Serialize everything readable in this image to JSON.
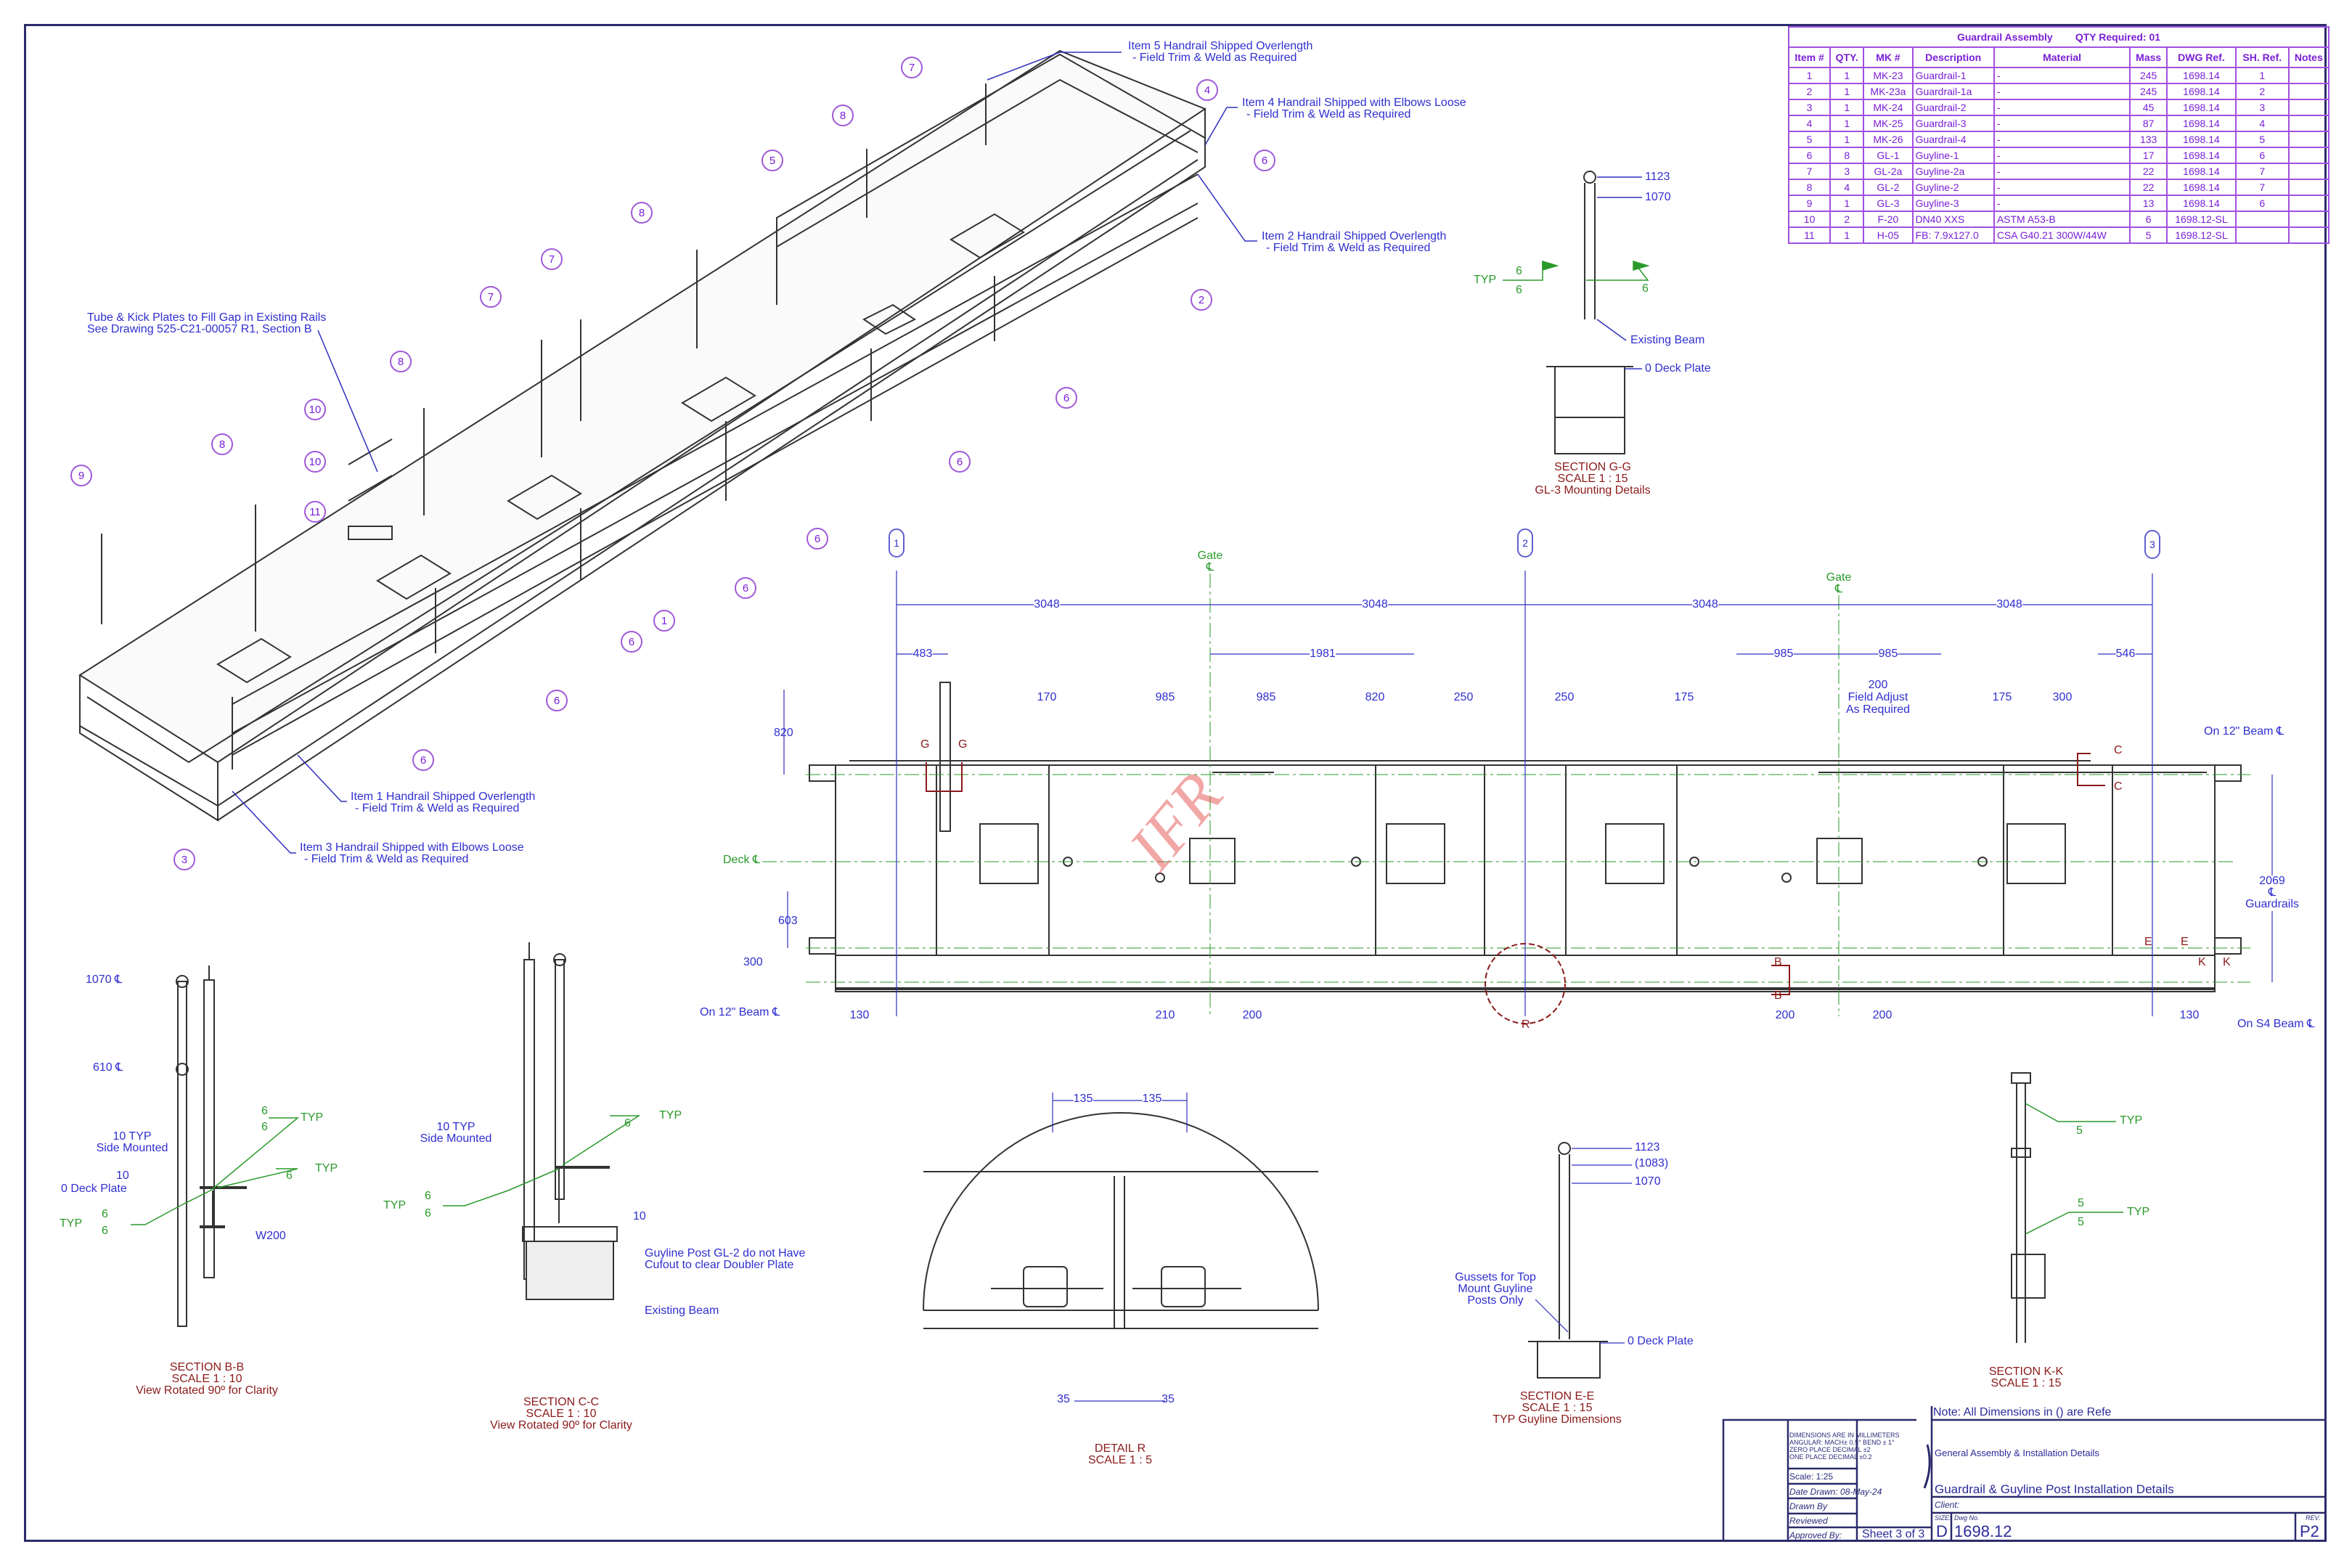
{
  "colors": {
    "border": "#2b2b6b",
    "dimension": "#2f2fd0",
    "weld": "#2a9a2a",
    "section": "#8b1a1a",
    "bom": "#7a1fd6"
  },
  "bom": {
    "title": "Guardrail Assembly",
    "qty_required": "QTY Required: 01",
    "headers": [
      "Item #",
      "QTY.",
      "MK #",
      "Description",
      "Material",
      "Mass",
      "DWG Ref.",
      "SH. Ref.",
      "Notes"
    ],
    "rows": [
      [
        "1",
        "1",
        "MK-23",
        "Guardrail-1",
        "-",
        "245",
        "1698.14",
        "1",
        ""
      ],
      [
        "2",
        "1",
        "MK-23a",
        "Guardrail-1a",
        "-",
        "245",
        "1698.14",
        "2",
        ""
      ],
      [
        "3",
        "1",
        "MK-24",
        "Guardrail-2",
        "-",
        "45",
        "1698.14",
        "3",
        ""
      ],
      [
        "4",
        "1",
        "MK-25",
        "Guardrail-3",
        "-",
        "87",
        "1698.14",
        "4",
        ""
      ],
      [
        "5",
        "1",
        "MK-26",
        "Guardrail-4",
        "-",
        "133",
        "1698.14",
        "5",
        ""
      ],
      [
        "6",
        "8",
        "GL-1",
        "Guyline-1",
        "-",
        "17",
        "1698.14",
        "6",
        ""
      ],
      [
        "7",
        "3",
        "GL-2a",
        "Guyline-2a",
        "-",
        "22",
        "1698.14",
        "7",
        ""
      ],
      [
        "8",
        "4",
        "GL-2",
        "Guyline-2",
        "-",
        "22",
        "1698.14",
        "7",
        ""
      ],
      [
        "9",
        "1",
        "GL-3",
        "Guyline-3",
        "-",
        "13",
        "1698.14",
        "6",
        ""
      ],
      [
        "10",
        "2",
        "F-20",
        "DN40 XXS",
        "ASTM A53-B",
        "6",
        "1698.12-SL",
        "",
        ""
      ],
      [
        "11",
        "1",
        "H-05",
        "FB: 7.9x127.0",
        "CSA G40.21 300W/44W",
        "5",
        "1698.12-SL",
        "",
        ""
      ]
    ]
  },
  "iso": {
    "notes": {
      "item5_a": "Item 5 Handrail Shipped Overlength",
      "item5_b": "- Field Trim & Weld as Required",
      "item4_a": "Item 4 Handrail Shipped with Elbows Loose",
      "item4_b": "- Field Trim & Weld as Required",
      "item2_a": "Item 2 Handrail Shipped Overlength",
      "item2_b": "- Field Trim & Weld as Required",
      "tube_a": "Tube & Kick Plates to Fill Gap in Existing Rails",
      "tube_b": "See Drawing 525-C21-00057 R1, Section B",
      "item1_a": "Item 1 Handrail Shipped Overlength",
      "item1_b": "- Field Trim & Weld as Required",
      "item3_a": "Item 3 Handrail Shipped with Elbows Loose",
      "item3_b": "- Field Trim & Weld as Required"
    },
    "balloons": [
      "7",
      "8",
      "5",
      "4",
      "6",
      "8",
      "7",
      "7",
      "8",
      "10",
      "10",
      "11",
      "8",
      "9",
      "2",
      "6",
      "6",
      "6",
      "6",
      "1",
      "6",
      "6",
      "6",
      "3"
    ]
  },
  "section_gg": {
    "dim_1123": "1123",
    "dim_1070": "1070",
    "typ": "TYP",
    "weld_a": "6",
    "weld_b": "6",
    "weld_c": "6",
    "existing_beam": "Existing Beam",
    "deck_plate": "0 Deck Plate",
    "title": "SECTION G-G",
    "scale": "SCALE 1 : 15",
    "subtitle": "GL-3 Mounting Details"
  },
  "elevation": {
    "grid": [
      "1",
      "2",
      "3"
    ],
    "gate": "Gate",
    "cl": "℄",
    "spans": [
      "3048",
      "3048",
      "3048",
      "3048"
    ],
    "row2": [
      "483",
      "1981",
      "985",
      "985",
      "546"
    ],
    "row3": [
      "170",
      "985",
      "985",
      "820",
      "250",
      "250",
      "175",
      "175",
      "300"
    ],
    "field_adjust_a": "200",
    "field_adjust_b": "Field Adjust",
    "field_adjust_c": "As Required",
    "dim_820": "820",
    "dim_603": "603",
    "dim_300": "300",
    "deck_cl": "Deck ℄",
    "beam12_left": "On 12\" Beam ℄",
    "beam12_right": "On 12\" Beam ℄",
    "dim_2069": "2069",
    "guardrails": "Guardrails",
    "bottom": [
      "130",
      "210",
      "200",
      "200",
      "200",
      "130"
    ],
    "s4_beam": "On S4 Beam ℄",
    "cut_g": "G",
    "cut_c": "C",
    "cut_b": "B",
    "cut_e": "E",
    "cut_k": "K",
    "detail_r": "R",
    "watermark": "IFR"
  },
  "section_bb": {
    "cl1070": "1070 ℄",
    "cl610": "610 ℄",
    "ten_typ": "10 TYP",
    "side_mounted": "Side Mounted",
    "ten": "10",
    "deck_plate": "0 Deck Plate",
    "typ": "TYP",
    "w200": "W200",
    "weld": "6",
    "title": "SECTION B-B",
    "scale": "SCALE 1 : 10",
    "note": "View Rotated 90º for Clarity"
  },
  "section_cc": {
    "ten_typ": "10 TYP",
    "side_mounted": "Side Mounted",
    "ten": "10",
    "typ": "TYP",
    "weld": "6",
    "guyline_a": "Guyline Post GL-2 do not Have",
    "guyline_b": "Cufout to clear Doubler Plate",
    "existing_beam": "Existing Beam",
    "title": "SECTION C-C",
    "scale": "SCALE 1 : 10",
    "note": "View Rotated 90º for Clarity"
  },
  "detail_r": {
    "dim_a": "135",
    "dim_b": "135",
    "dim_c": "35",
    "dim_d": "35",
    "title": "DETAIL R",
    "scale": "SCALE 1 : 5"
  },
  "section_ee": {
    "dim_1123": "1123",
    "dim_1083": "(1083)",
    "dim_1070": "1070",
    "gusset_a": "Gussets for Top",
    "gusset_b": "Mount Guyline",
    "gusset_c": "Posts Only",
    "deck_plate": "0 Deck Plate",
    "title": "SECTION E-E",
    "scale": "SCALE 1 : 15",
    "subtitle": "TYP Guyline Dimensions"
  },
  "section_kk": {
    "typ": "TYP",
    "weld": "5",
    "title": "SECTION K-K",
    "scale": "SCALE 1 : 15"
  },
  "title_block": {
    "note": "Note: All Dimensions in () are Refe",
    "tol": [
      "DIMENSIONS ARE IN MILLIMETERS",
      "ANGULAR: MACH± 0.5° BEND ± 1°",
      "ZERO PLACE DECIMAL   ±2",
      "ONE PLACE DECIMAL   ±0.2"
    ],
    "scale": "Scale: 1:25",
    "date_drawn": "Date Drawn: 08-May-24",
    "drawn_by": "Drawn By",
    "reviewed": "Reviewed",
    "approved_by": "Approved By:",
    "sheet": "Sheet 3 of 3",
    "subtitle": "General Assembly & Installation Details",
    "title": "Guardrail & Guyline Post Installation Details",
    "client": "Client:",
    "size_label": "SIZE:",
    "size": "D",
    "dwg_label": "Dwg No.",
    "dwg_no": "1698.12",
    "rev_label": "REV.",
    "rev": "P2"
  }
}
